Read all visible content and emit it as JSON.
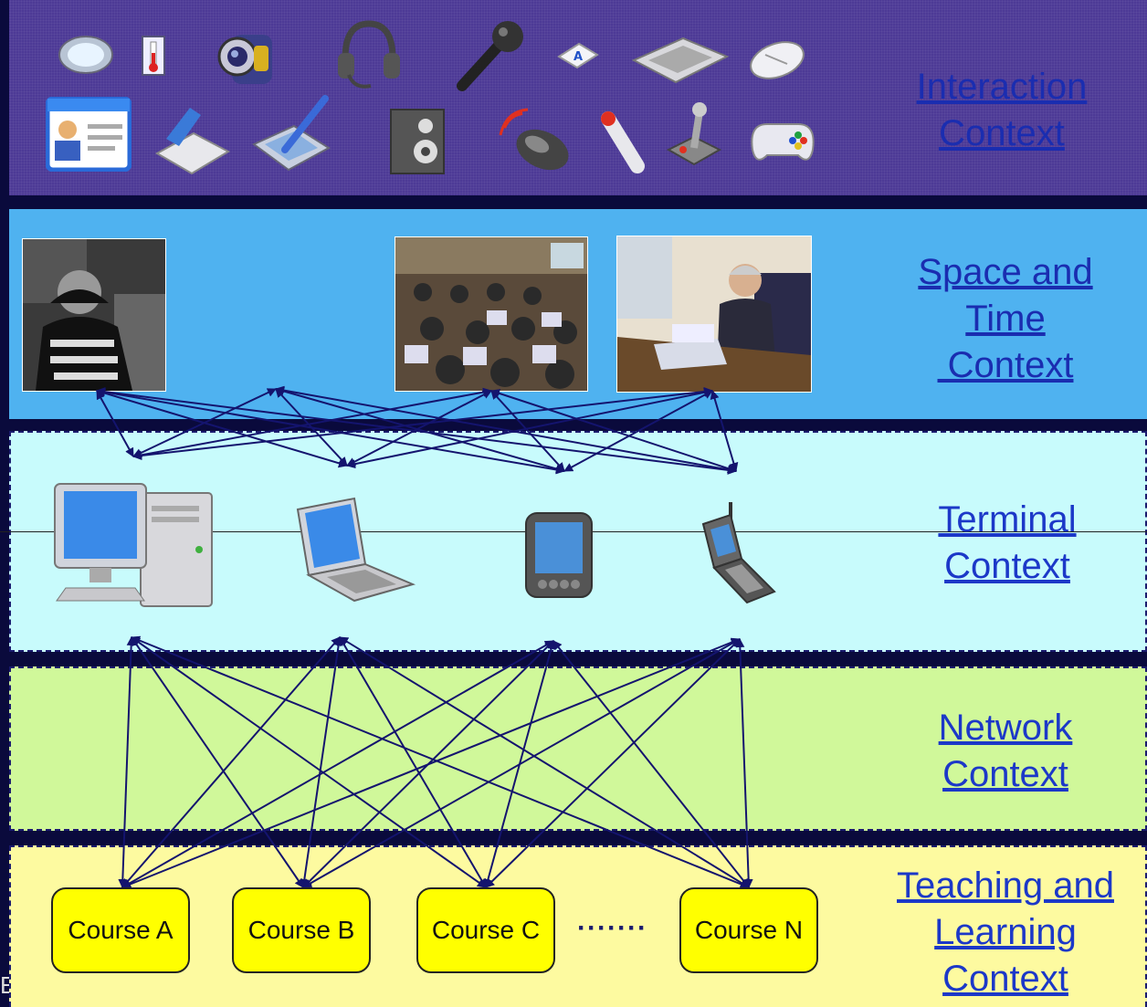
{
  "layers": {
    "interaction": {
      "line1": "Interaction",
      "line2": "Context"
    },
    "space_time": {
      "line1": "Space and",
      "line2": "Time",
      "line3": " Context"
    },
    "terminal": {
      "line1": "Terminal",
      "line2": "Context"
    },
    "network": {
      "line1": "Network",
      "line2": "Context"
    },
    "teaching": {
      "line1": "Teaching and",
      "line2": "Learning",
      "line3": "Context"
    }
  },
  "courses": [
    "Course A",
    "Course B",
    "Course C",
    "Course N"
  ],
  "ellipsis": "·······",
  "edge_char": "E",
  "interaction_icons": [
    "compass-icon",
    "thermometer-icon",
    "video-camera-icon",
    "headset-icon",
    "microphone-icon",
    "keyboard-key-icon",
    "keyboard-icon",
    "mouse-icon",
    "contact-card-icon",
    "scanner-icon",
    "drawing-tablet-icon",
    "speaker-icon",
    "wireless-mouse-icon",
    "remote-pointer-icon",
    "joystick-icon",
    "gamepad-icon"
  ],
  "photos": [
    "person-at-desk-photo",
    "classroom-photo",
    "teacher-at-laptop-photo"
  ],
  "terminals": [
    "desktop-computer-icon",
    "laptop-icon",
    "pda-icon",
    "flip-phone-icon"
  ],
  "colors": {
    "interaction_bg": "#4d3a96",
    "space_bg": "#4fb2f0",
    "terminal_bg": "#c8fbfc",
    "network_bg": "#d0f89a",
    "teaching_bg": "#fdfaa0",
    "arrow": "#14146e",
    "course_box": "#ffff00",
    "label_text": "#1a2db0"
  }
}
